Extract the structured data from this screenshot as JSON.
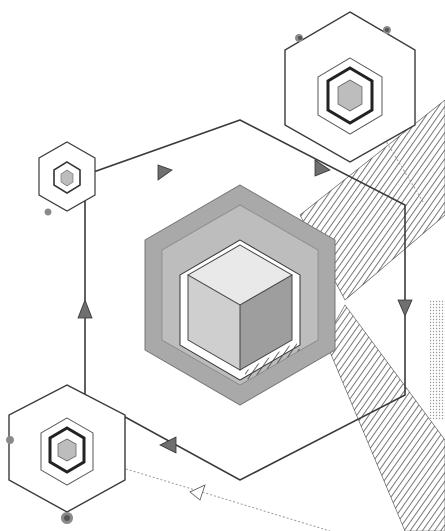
{
  "palette": {
    "background": "#ffffff",
    "ink": "#3a3a3a",
    "outer_hex_fill": "#a9a9a9",
    "inner_hex_fill": "#d9d9d9",
    "cube_top": "#e9e9e9",
    "cube_left": "#cfcfcf",
    "cube_right": "#9e9e9e",
    "accent_dot": "#8a8a8a",
    "hatch": "#444444",
    "dotted": "#9a9a9a"
  },
  "icons": {
    "direction": "triangle-arrowhead",
    "hub": "isometric-cube",
    "node": "concentric-hexagon",
    "connector": "hexagon-bead"
  }
}
